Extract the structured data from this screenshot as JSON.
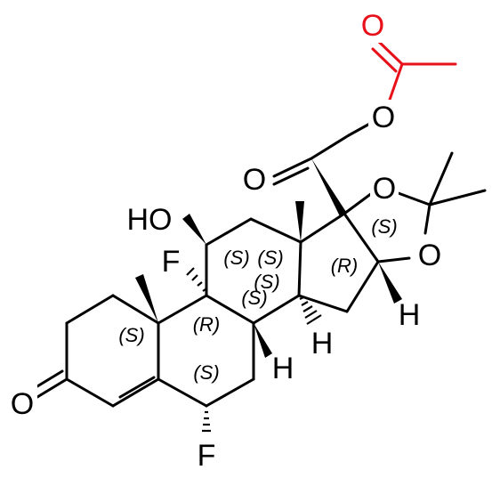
{
  "molecule": {
    "atom_labels": {
      "o_carbonyl_acetyl": "O",
      "o_ester": "O",
      "o_ketone_c20": "O",
      "o_dioxolane_top": "O",
      "o_dioxolane_bottom": "O",
      "hydroxyl": "HO",
      "f_c9": "F",
      "f_c6": "F",
      "o_ketone_c3": "O",
      "h_c16": "H",
      "h_c14": "H",
      "h_c8": "H"
    },
    "stereo_descriptors": {
      "c17": "(S)",
      "c16": "(R)",
      "c11": "(S)",
      "c13": "(S)",
      "c14": "(S)",
      "c8": "(S)",
      "c10": "(S)",
      "c9": "(R)",
      "c6": "(S)"
    },
    "colors": {
      "bond": "#000000",
      "acetyl_highlight": "#e8111a"
    }
  }
}
